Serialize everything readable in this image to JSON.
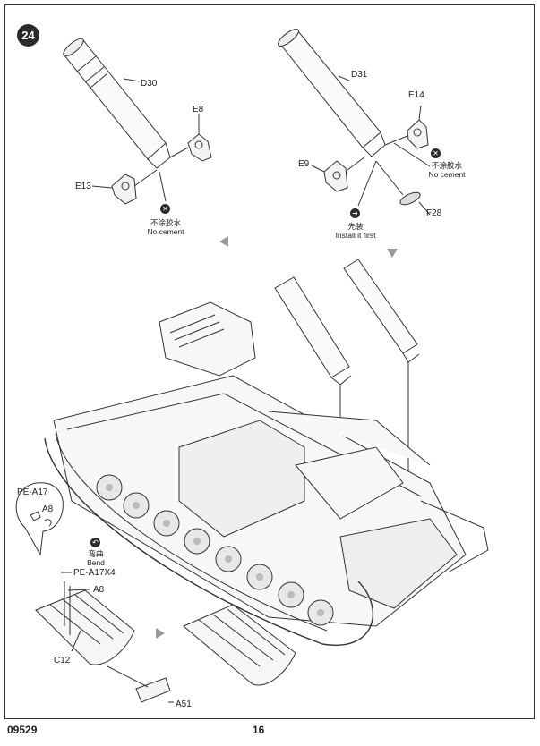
{
  "step": "24",
  "footer": {
    "code": "09529",
    "page": "16"
  },
  "parts": {
    "d30": "D30",
    "e8": "E8",
    "e13": "E13",
    "d31": "D31",
    "e14": "E14",
    "e9": "E9",
    "f28": "F28",
    "pe_a17": "PE-A17",
    "a8_inset": "A8",
    "pe_a17x4": "PE-A17X4",
    "a8": "A8",
    "c12": "C12",
    "a51": "A51"
  },
  "notes": {
    "no_cement_cn": "不涂胶水",
    "no_cement_en": "No cement",
    "first_cn": "先装",
    "first_en": "Install it first",
    "bend_cn": "弯曲",
    "bend_en": "Bend"
  },
  "icons": [
    "no-cement-icon",
    "install-first-icon",
    "bend-icon",
    "direction-arrow-icon"
  ]
}
